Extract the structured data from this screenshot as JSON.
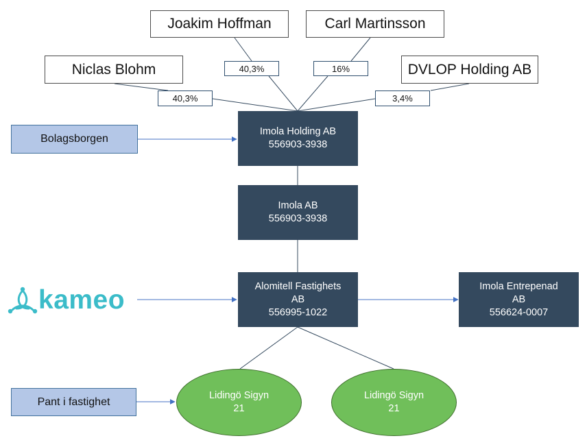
{
  "owners": [
    {
      "name": "Joakim Hoffman",
      "share": "40,3%"
    },
    {
      "name": "Carl Martinsson",
      "share": "16%"
    },
    {
      "name": "Niclas Blohm",
      "share": "40,3%"
    },
    {
      "name": "DVLOP Holding AB",
      "share": "3,4%"
    }
  ],
  "companies": {
    "holding": {
      "name": "Imola Holding AB",
      "org": "556903-3938"
    },
    "imola": {
      "name": "Imola AB",
      "org": "556903-3938"
    },
    "alomitell": {
      "name_line1": "Alomitell Fastighets",
      "name_line2": "AB",
      "org": "556995-1022"
    },
    "entrepenad": {
      "name_line1": "Imola Entrepenad",
      "name_line2": "AB",
      "org": "556624-0007"
    }
  },
  "side_boxes": {
    "bolagsborgen": "Bolagsborgen",
    "pant": "Pant i fastighet"
  },
  "lender": {
    "logo_text": "kameo",
    "color": "#3bbcc9"
  },
  "properties": [
    {
      "name": "Lidingö Sigyn",
      "number": "21"
    },
    {
      "name": "Lidingö Sigyn",
      "number": "21"
    }
  ],
  "colors": {
    "company_fill": "#34495e",
    "side_fill": "#b4c7e7",
    "property_fill": "#70bf5a",
    "arrow": "#4472c4",
    "brand": "#3bbcc9"
  }
}
